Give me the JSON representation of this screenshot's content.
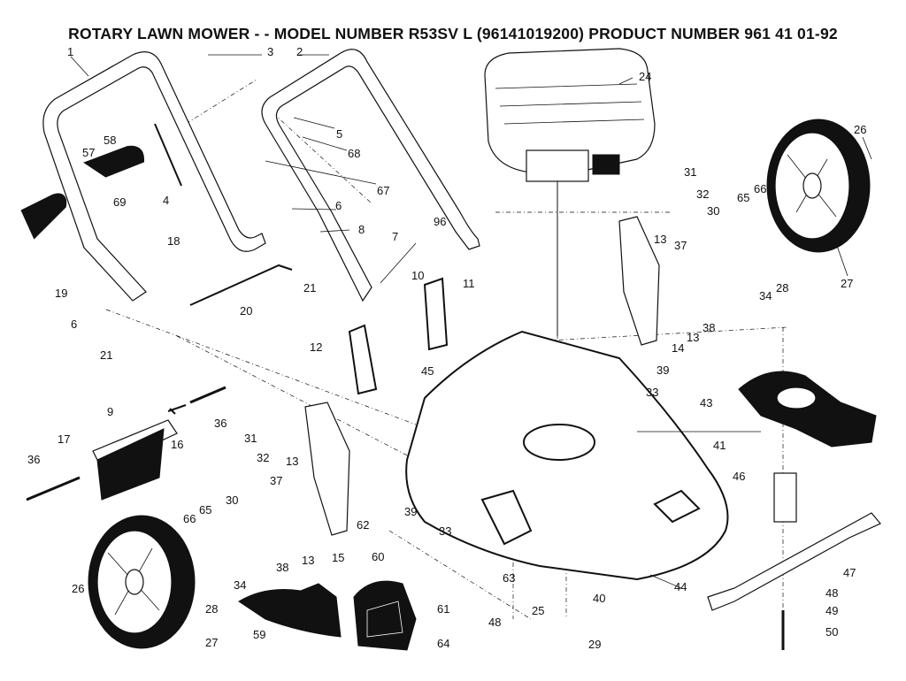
{
  "title": "ROTARY LAWN MOWER - - MODEL NUMBER  R53SV L  (96141019200) PRODUCT NUMBER 961 41 01-92",
  "callouts": [
    {
      "id": "c1",
      "text": "1"
    },
    {
      "id": "c2",
      "text": "2"
    },
    {
      "id": "c3",
      "text": "3"
    },
    {
      "id": "c24",
      "text": "24"
    },
    {
      "id": "c26a",
      "text": "26"
    },
    {
      "id": "c27a",
      "text": "27"
    },
    {
      "id": "c5",
      "text": "5"
    },
    {
      "id": "c68",
      "text": "68"
    },
    {
      "id": "c67",
      "text": "67"
    },
    {
      "id": "c58",
      "text": "58"
    },
    {
      "id": "c57",
      "text": "57"
    },
    {
      "id": "c69",
      "text": "69"
    },
    {
      "id": "c4",
      "text": "4"
    },
    {
      "id": "c6a",
      "text": "6"
    },
    {
      "id": "c8",
      "text": "8"
    },
    {
      "id": "c96",
      "text": "96"
    },
    {
      "id": "c31a",
      "text": "31"
    },
    {
      "id": "c32a",
      "text": "32"
    },
    {
      "id": "c30a",
      "text": "30"
    },
    {
      "id": "c65a",
      "text": "65"
    },
    {
      "id": "c66a",
      "text": "66"
    },
    {
      "id": "c18",
      "text": "18"
    },
    {
      "id": "c19",
      "text": "19"
    },
    {
      "id": "c7",
      "text": "7"
    },
    {
      "id": "c13a",
      "text": "13"
    },
    {
      "id": "c37a",
      "text": "37"
    },
    {
      "id": "c34a",
      "text": "34"
    },
    {
      "id": "c28a",
      "text": "28"
    },
    {
      "id": "c21a",
      "text": "21"
    },
    {
      "id": "c10",
      "text": "10"
    },
    {
      "id": "c11",
      "text": "11"
    },
    {
      "id": "c6b",
      "text": "6"
    },
    {
      "id": "c20",
      "text": "20"
    },
    {
      "id": "c13b",
      "text": "13"
    },
    {
      "id": "c38a",
      "text": "38"
    },
    {
      "id": "c14",
      "text": "14"
    },
    {
      "id": "c12",
      "text": "12"
    },
    {
      "id": "c21b",
      "text": "21"
    },
    {
      "id": "c45",
      "text": "45"
    },
    {
      "id": "c39a",
      "text": "39"
    },
    {
      "id": "c33a",
      "text": "33"
    },
    {
      "id": "c43",
      "text": "43"
    },
    {
      "id": "c9",
      "text": "9"
    },
    {
      "id": "c16",
      "text": "16"
    },
    {
      "id": "c36a",
      "text": "36"
    },
    {
      "id": "c17",
      "text": "17"
    },
    {
      "id": "c36b",
      "text": "36"
    },
    {
      "id": "c31b",
      "text": "31"
    },
    {
      "id": "c32b",
      "text": "32"
    },
    {
      "id": "c13c",
      "text": "13"
    },
    {
      "id": "c41",
      "text": "41"
    },
    {
      "id": "c46",
      "text": "46"
    },
    {
      "id": "c37b",
      "text": "37"
    },
    {
      "id": "c30b",
      "text": "30"
    },
    {
      "id": "c65b",
      "text": "65"
    },
    {
      "id": "c39b",
      "text": "39"
    },
    {
      "id": "c66b",
      "text": "66"
    },
    {
      "id": "c62",
      "text": "62"
    },
    {
      "id": "c33b",
      "text": "33"
    },
    {
      "id": "c13d",
      "text": "13"
    },
    {
      "id": "c38b",
      "text": "38"
    },
    {
      "id": "c15",
      "text": "15"
    },
    {
      "id": "c60",
      "text": "60"
    },
    {
      "id": "c47",
      "text": "47"
    },
    {
      "id": "c34b",
      "text": "34"
    },
    {
      "id": "c26b",
      "text": "26"
    },
    {
      "id": "c63",
      "text": "63"
    },
    {
      "id": "c44",
      "text": "44"
    },
    {
      "id": "c28b",
      "text": "28"
    },
    {
      "id": "c40",
      "text": "40"
    },
    {
      "id": "c48a",
      "text": "48"
    },
    {
      "id": "c61",
      "text": "61"
    },
    {
      "id": "c25",
      "text": "25"
    },
    {
      "id": "c49",
      "text": "49"
    },
    {
      "id": "c48b",
      "text": "48"
    },
    {
      "id": "c59",
      "text": "59"
    },
    {
      "id": "c64",
      "text": "64"
    },
    {
      "id": "c29",
      "text": "29"
    },
    {
      "id": "c50",
      "text": "50"
    },
    {
      "id": "c27b",
      "text": "27"
    }
  ]
}
